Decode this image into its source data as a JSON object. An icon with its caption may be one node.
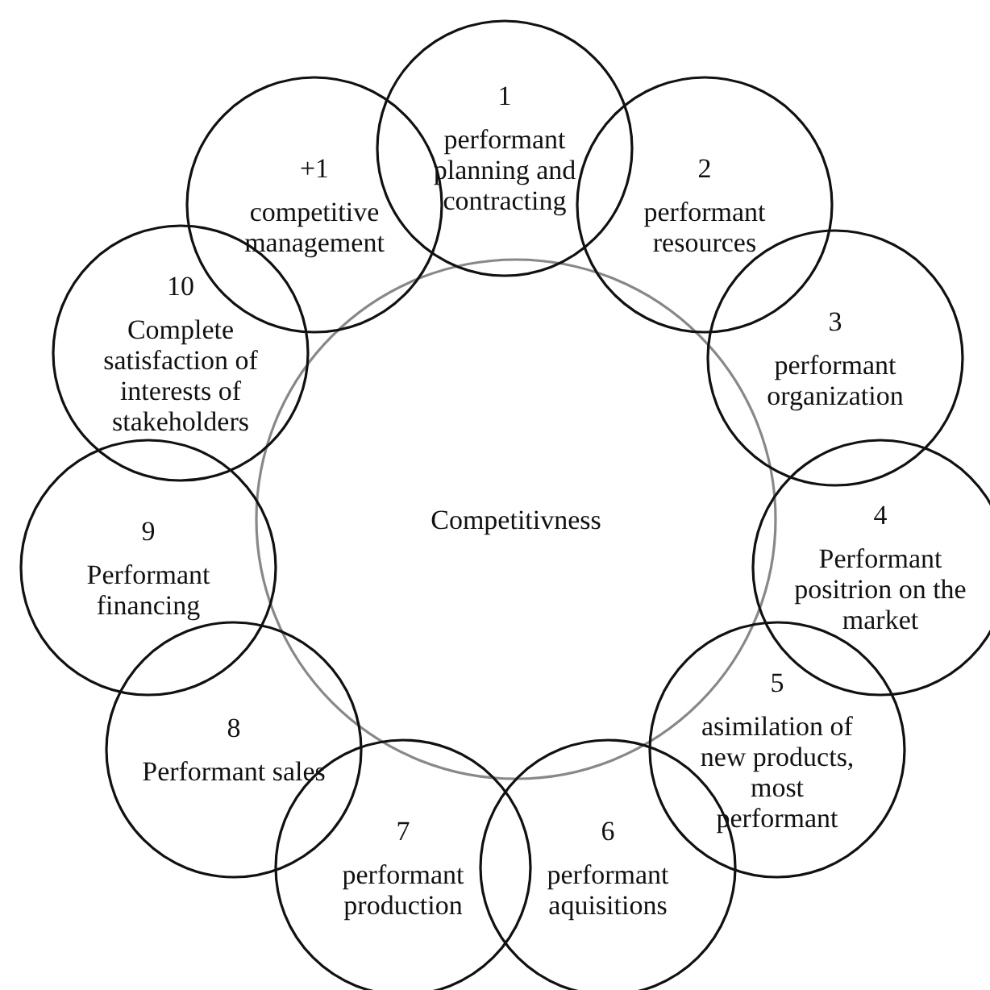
{
  "diagram": {
    "nodes": [
      {
        "text": [
          "Competitivness"
        ]
      },
      {
        "text": [
          "1",
          "performant planning and contracting"
        ]
      },
      {
        "text": [
          "+1",
          "competitive management"
        ]
      },
      {
        "text": [
          "2",
          "performant resources"
        ]
      },
      {
        "text": [
          "10",
          "Complete satisfaction of interests of stakeholders"
        ]
      },
      {
        "text": [
          "3",
          "performant organization"
        ]
      },
      {
        "text": [
          "9",
          "Performant financing"
        ]
      },
      {
        "text": [
          "4",
          "Performant positrion on the market"
        ]
      },
      {
        "text": [
          "8",
          "Performant sales"
        ]
      },
      {
        "text": [
          "5",
          "asimilation of new products, most performant"
        ]
      },
      {
        "text": [
          "7",
          "performant production"
        ]
      },
      {
        "text": [
          "6",
          "performant aquisitions"
        ]
      }
    ]
  }
}
